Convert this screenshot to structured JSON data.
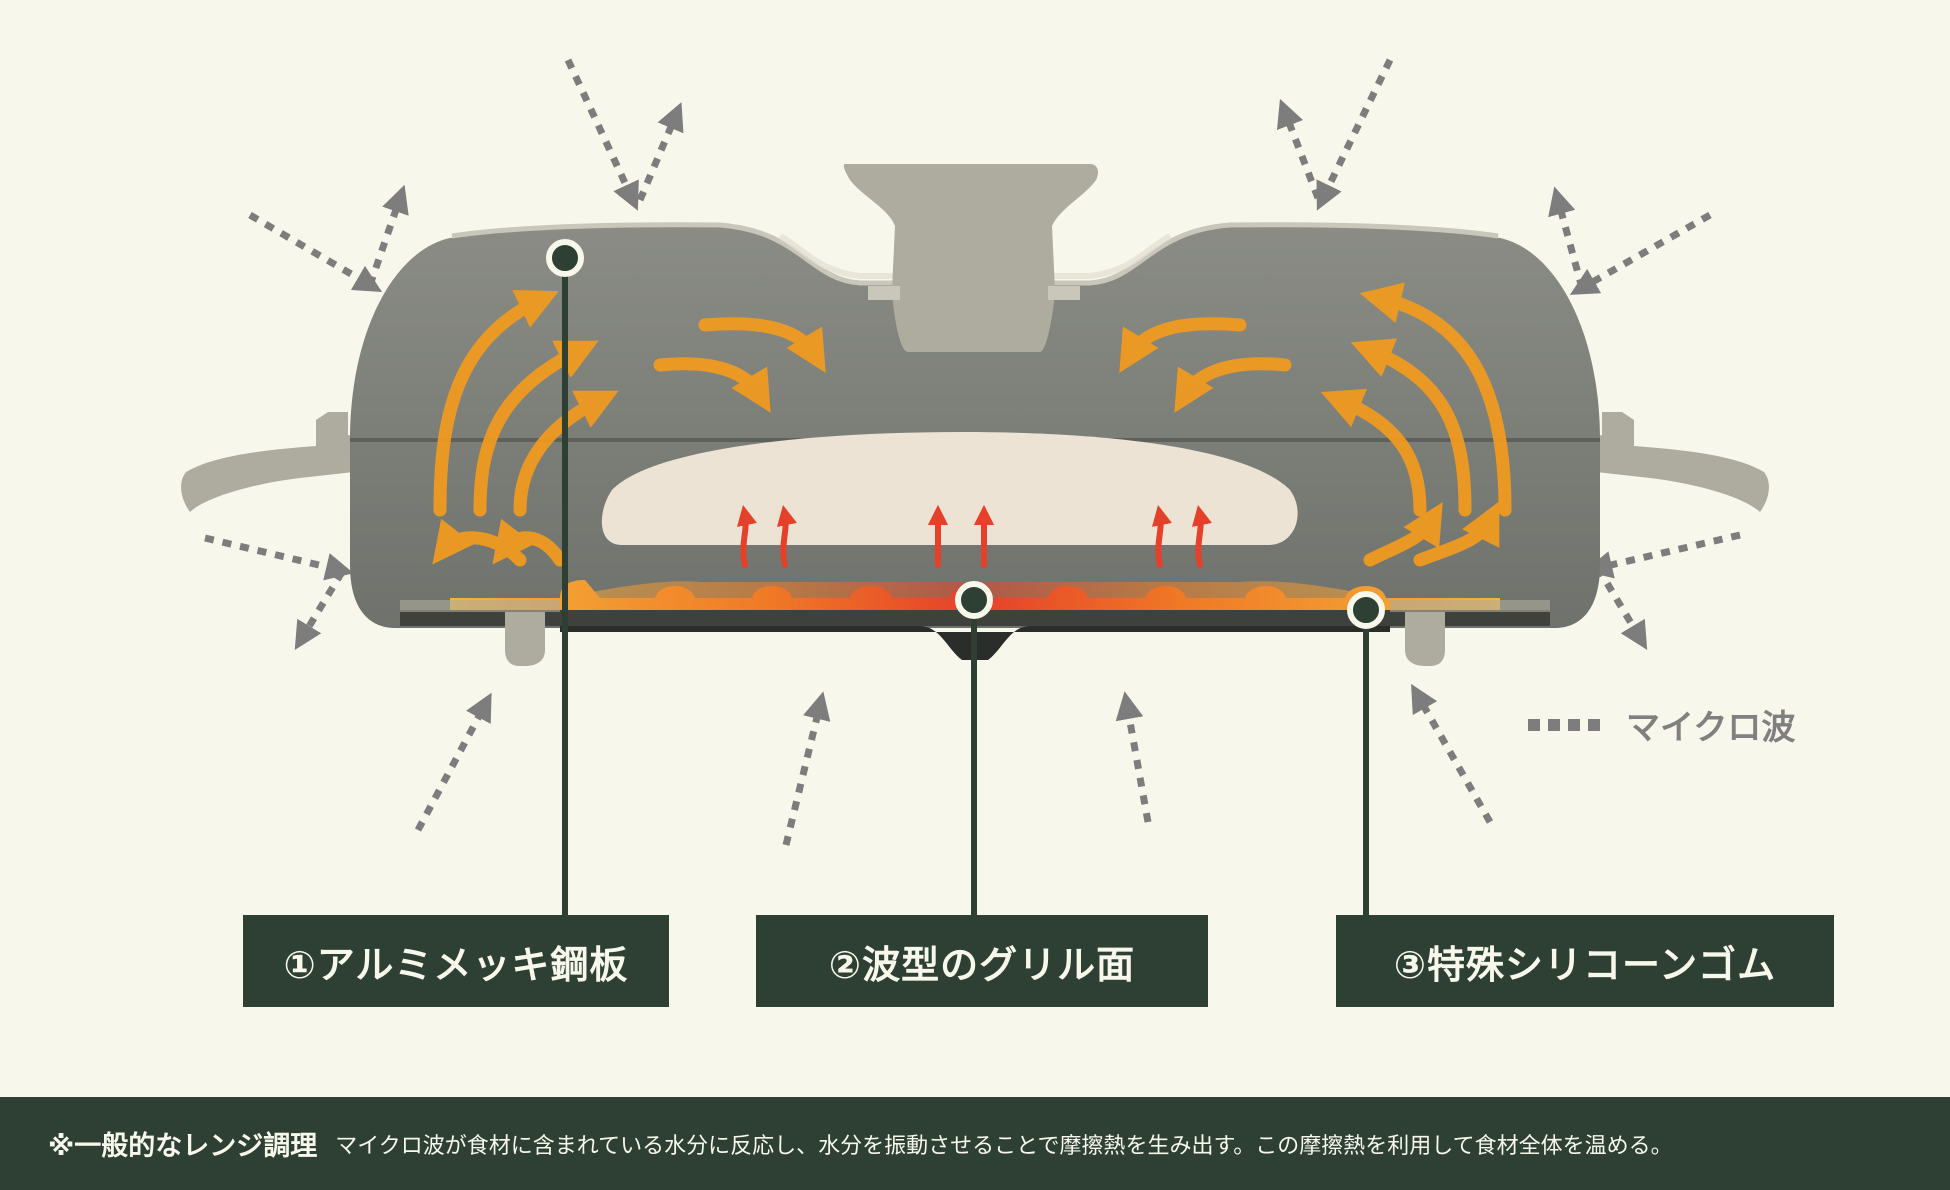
{
  "labels": {
    "label1": "①アルミメッキ鋼板",
    "label2": "②波型のグリル面",
    "label3": "③特殊シリコーンゴム"
  },
  "legend": {
    "text": "マイクロ波",
    "icon": "dotted-arrow-line"
  },
  "footer": {
    "title": "※一般的なレンジ調理",
    "text": "マイクロ波が食材に含まれている水分に反応し、水分を振動させることで摩擦熱を生み出す。この摩擦熱を利用して食材全体を温める。"
  },
  "colors": {
    "background": "#f8f7ec",
    "dark_green": "#2e4034",
    "body_gray": "#7b7e77",
    "handle_gray": "#aeab9f",
    "food": "#ece3d5",
    "heat_orange": "#f39b1e",
    "heat_red": "#e5402a",
    "microwave_gray": "#7d7d7d"
  }
}
